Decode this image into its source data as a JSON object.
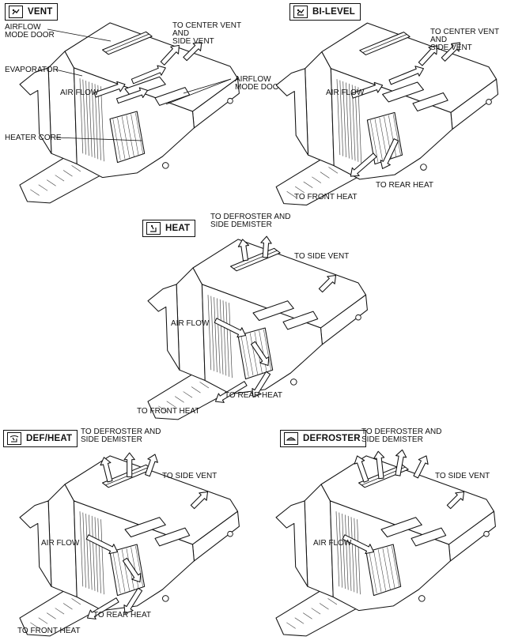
{
  "panels": {
    "vent": {
      "mode": "VENT",
      "icon": "vent-mode-icon",
      "labels": {
        "airflow_mode_door_top": "AIRFLOW\nMODE DOOR",
        "to_center_vent": "TO CENTER VENT\nAND\nSIDE VENT",
        "evaporator": "EVAPORATOR",
        "air_flow": "AIR FLOW",
        "airflow_mode_door_right": "AIRFLOW\nMODE DOOR",
        "heater_core": "HEATER CORE"
      }
    },
    "bilevel": {
      "mode": "BI-LEVEL",
      "icon": "bilevel-mode-icon",
      "labels": {
        "to_center_vent": "TO CENTER VENT\nAND\nSIDE VENT",
        "air_flow": "AIR FLOW",
        "to_rear_heat": "TO REAR HEAT",
        "to_front_heat": "TO FRONT HEAT"
      }
    },
    "heat": {
      "mode": "HEAT",
      "icon": "heat-mode-icon",
      "labels": {
        "to_defroster": "TO DEFROSTER AND\nSIDE DEMISTER",
        "to_side_vent": "TO SIDE VENT",
        "air_flow": "AIR FLOW",
        "to_rear_heat": "TO REAR HEAT",
        "to_front_heat": "TO FRONT HEAT"
      }
    },
    "defheat": {
      "mode": "DEF/HEAT",
      "icon": "defheat-mode-icon",
      "labels": {
        "to_defroster": "TO DEFROSTER AND\nSIDE DEMISTER",
        "to_side_vent": "TO SIDE VENT",
        "air_flow": "AIR FLOW",
        "to_rear_heat": "TO REAR HEAT",
        "to_front_heat": "TO FRONT HEAT"
      }
    },
    "defroster": {
      "mode": "DEFROSTER",
      "icon": "defroster-mode-icon",
      "labels": {
        "to_defroster": "TO DEFROSTER AND\nSIDE DEMISTER",
        "to_side_vent": "TO SIDE VENT",
        "air_flow": "AIR FLOW"
      }
    }
  }
}
